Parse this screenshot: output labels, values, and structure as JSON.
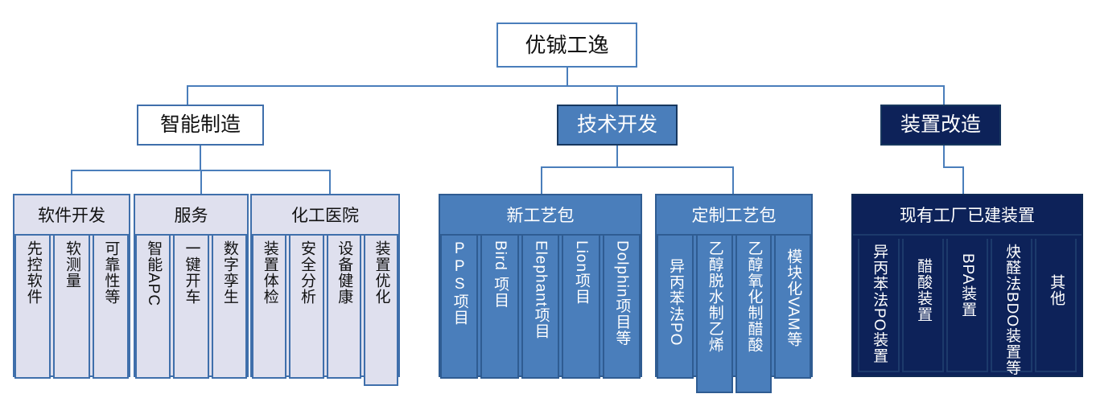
{
  "diagram": {
    "type": "org-chart",
    "title": "优铖工逸",
    "colors": {
      "line": "#4a7ebb",
      "white_box_border": "#3f6fab",
      "light_fill": "#dfe0ee",
      "mid_fill": "#4a7ebb",
      "dark_fill": "#0d2259",
      "dark_border": "#17375e"
    },
    "root": {
      "label": "优铖工逸",
      "style": "white"
    },
    "branches": [
      {
        "label": "智能制造",
        "style": "white",
        "groups": [
          {
            "title": "软件开发",
            "style": "light",
            "items": [
              "先控软件",
              "软测量",
              "可靠性等"
            ]
          },
          {
            "title": "服务",
            "style": "light",
            "items": [
              "智能APC",
              "一键开车",
              "数字孪生"
            ]
          },
          {
            "title": "化工医院",
            "style": "light",
            "items": [
              "装置体检",
              "安全分析",
              "设备健康",
              "装置优化"
            ]
          }
        ]
      },
      {
        "label": "技术开发",
        "style": "mid",
        "groups": [
          {
            "title": "新工艺包",
            "style": "mid",
            "items": [
              "PPS项目",
              "Bird 项目",
              "Elephant项目",
              "Lion项目",
              "Dolphin项目等"
            ]
          },
          {
            "title": "定制工艺包",
            "style": "mid",
            "items": [
              "异丙苯法PO",
              "乙醇脱水制乙烯",
              "乙醇氧化制醋酸",
              "模块化VAM等"
            ]
          }
        ]
      },
      {
        "label": "装置改造",
        "style": "dark",
        "groups": [
          {
            "title": "现有工厂已建装置",
            "style": "dark",
            "items": [
              "异丙苯法PO装置",
              "醋酸装置",
              "BPA装置",
              "炔醛法BDO装置等",
              "其他"
            ]
          }
        ]
      }
    ]
  }
}
